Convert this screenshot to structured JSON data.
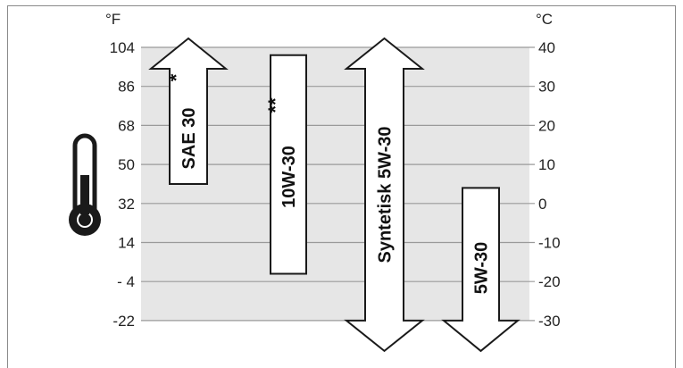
{
  "units": {
    "left": "°F",
    "right": "°C"
  },
  "fahrenheit_ticks": [
    "104",
    "86",
    "68",
    "50",
    "32",
    "14",
    "- 4",
    "-22"
  ],
  "celsius_ticks": [
    "40",
    "30",
    "20",
    "10",
    "0",
    "-10",
    "-20",
    "-30"
  ],
  "icons": {
    "thermometer": "thermometer-icon"
  },
  "colors": {
    "band": "#e6e6e6",
    "grid": "#9a9a9a",
    "outline": "#1a1a1a",
    "mercury": "#1a1a1a"
  },
  "oils": [
    {
      "id": "sae30",
      "label": "SAE 30",
      "note": "*",
      "min_c": 5,
      "max_c": 40,
      "arrow_up": true,
      "arrow_down": false
    },
    {
      "id": "10w30",
      "label": "10W-30",
      "note": "**",
      "min_c": -18,
      "max_c": 38,
      "arrow_up": false,
      "arrow_down": false
    },
    {
      "id": "syn5w30",
      "label": "Syntetisk 5W-30",
      "note": "",
      "min_c": -30,
      "max_c": 40,
      "arrow_up": true,
      "arrow_down": true
    },
    {
      "id": "5w30",
      "label": "5W-30",
      "note": "",
      "min_c": -30,
      "max_c": 4,
      "arrow_up": false,
      "arrow_down": true
    }
  ]
}
